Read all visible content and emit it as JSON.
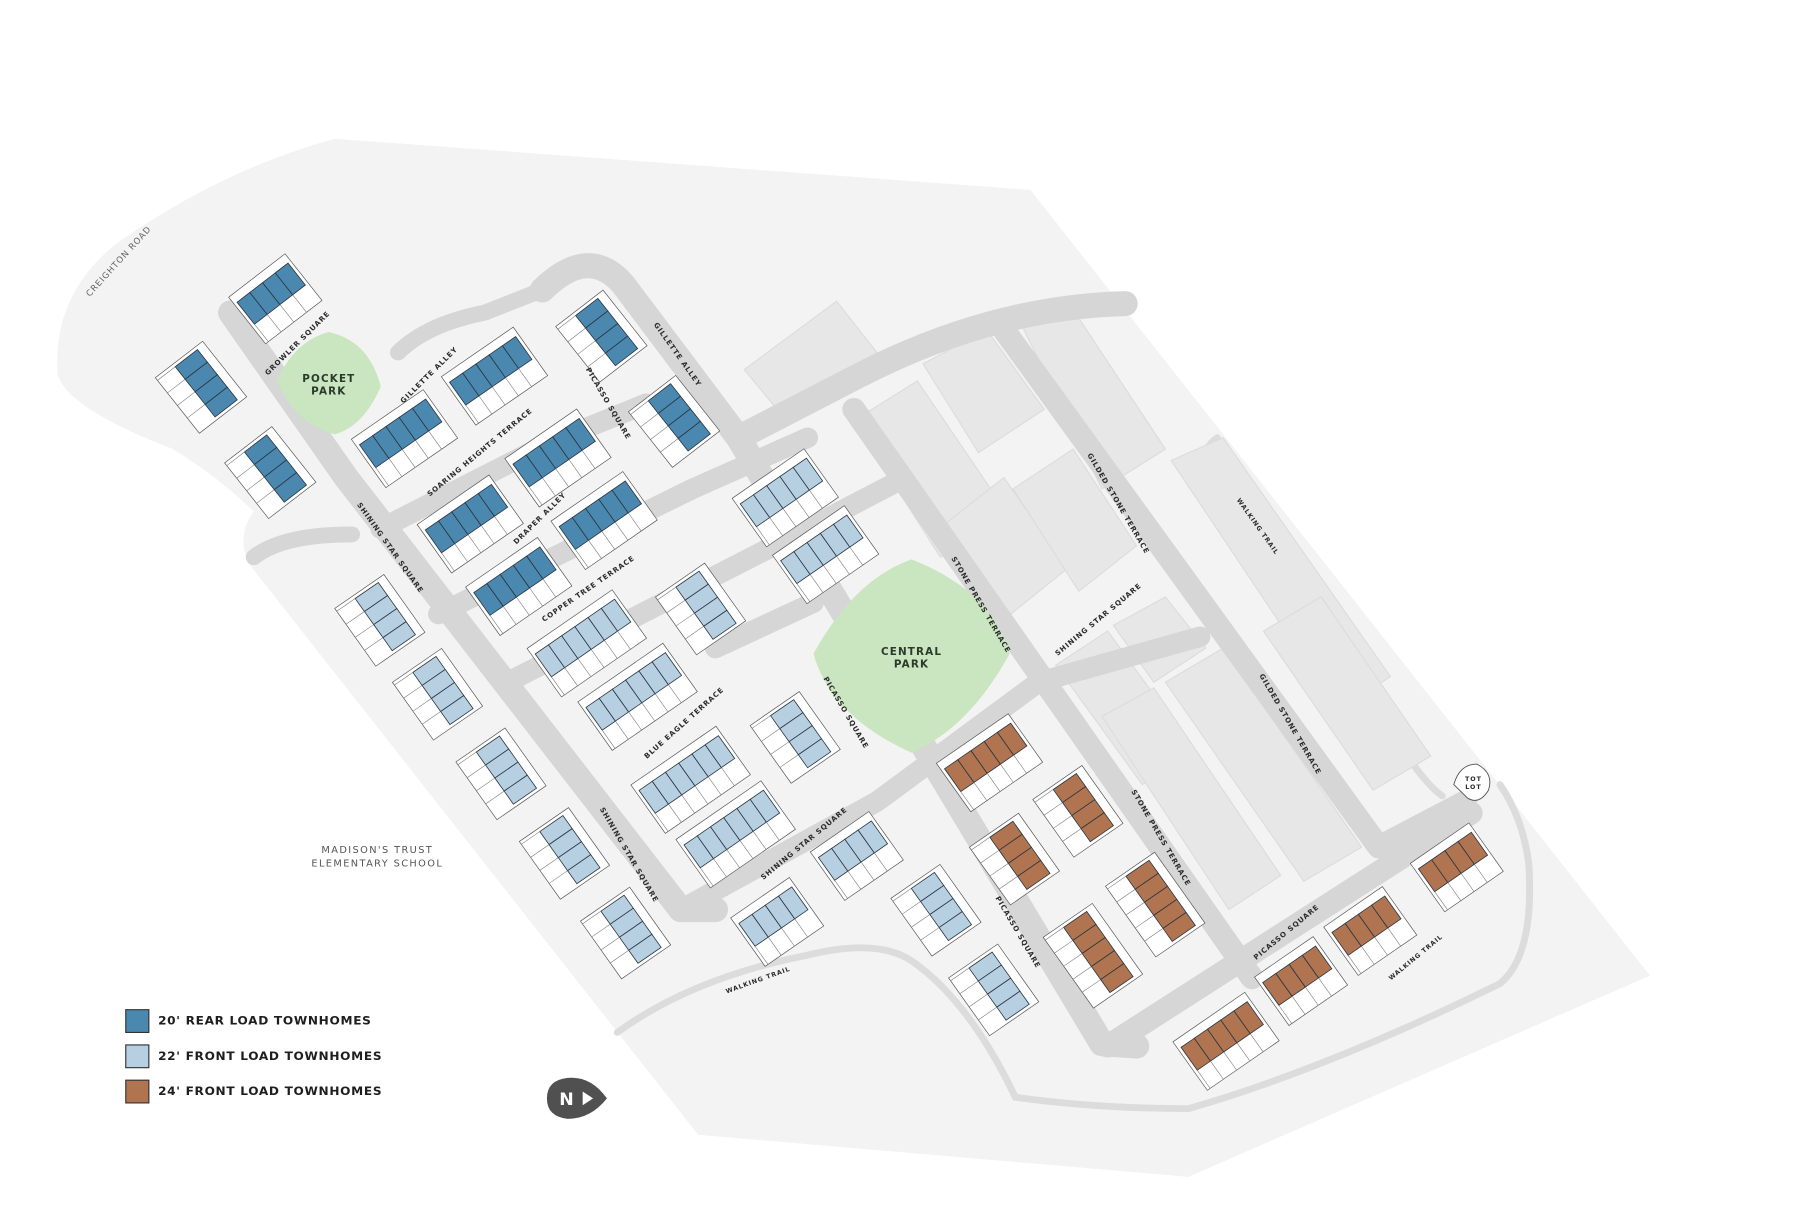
{
  "map": {
    "road_labels": {
      "creighton_road": "CREIGHTON ROAD",
      "growler_square": "GROWLER SQUARE",
      "gillette_alley_west": "GILLETTE ALLEY",
      "gillette_alley_east": "GILLETTE ALLEY",
      "picasso_square_north": "PICASSO SQUARE",
      "soaring_heights_terrace": "SOARING HEIGHTS TERRACE",
      "draper_alley": "DRAPER ALLEY",
      "shining_star_square_west": "SHINING STAR SQUARE",
      "copper_tree_terrace": "COPPER TREE TERRACE",
      "blue_eagle_terrace": "BLUE EAGLE TERRACE",
      "picasso_square_central": "PICASSO SQUARE",
      "stone_press_terrace_north": "STONE PRESS TERRACE",
      "shining_star_square_east": "SHINING STAR SQUARE",
      "gilded_stone_terrace_north": "GILDED STONE TERRACE",
      "walking_trail_east": "WALKING TRAIL",
      "gilded_stone_terrace_south": "GILDED STONE TERRACE",
      "stone_press_terrace_south": "STONE PRESS TERRACE",
      "shining_star_square_south": "SHINING STAR SQUARE",
      "shining_star_square_southeast": "SHINING STAR SQUARE",
      "picasso_square_south": "PICASSO SQUARE",
      "picasso_square_southeast": "PICASSO SQUARE",
      "walking_trail_southeast": "WALKING TRAIL",
      "walking_trail_south": "WALKING TRAIL"
    },
    "parks": {
      "pocket_park": [
        "POCKET",
        "PARK"
      ],
      "central_park": [
        "CENTRAL",
        "PARK"
      ],
      "tot_lot": [
        "TOT",
        "LOT"
      ]
    },
    "school": [
      "MADISON'S TRUST",
      "ELEMENTARY SCHOOL"
    ],
    "north_arrow": "N"
  },
  "legend": [
    {
      "label": "20' REAR LOAD TOWNHOMES",
      "color": "#4a88b0"
    },
    {
      "label": "22' FRONT LOAD TOWNHOMES",
      "color": "#b7d0e1"
    },
    {
      "label": "24' FRONT LOAD TOWNHOMES",
      "color": "#b07550"
    }
  ],
  "colors": {
    "land": "#f3f3f3",
    "road": "#d5d6d5",
    "park": "#c9e6c0",
    "future": "#e7e7e7"
  }
}
